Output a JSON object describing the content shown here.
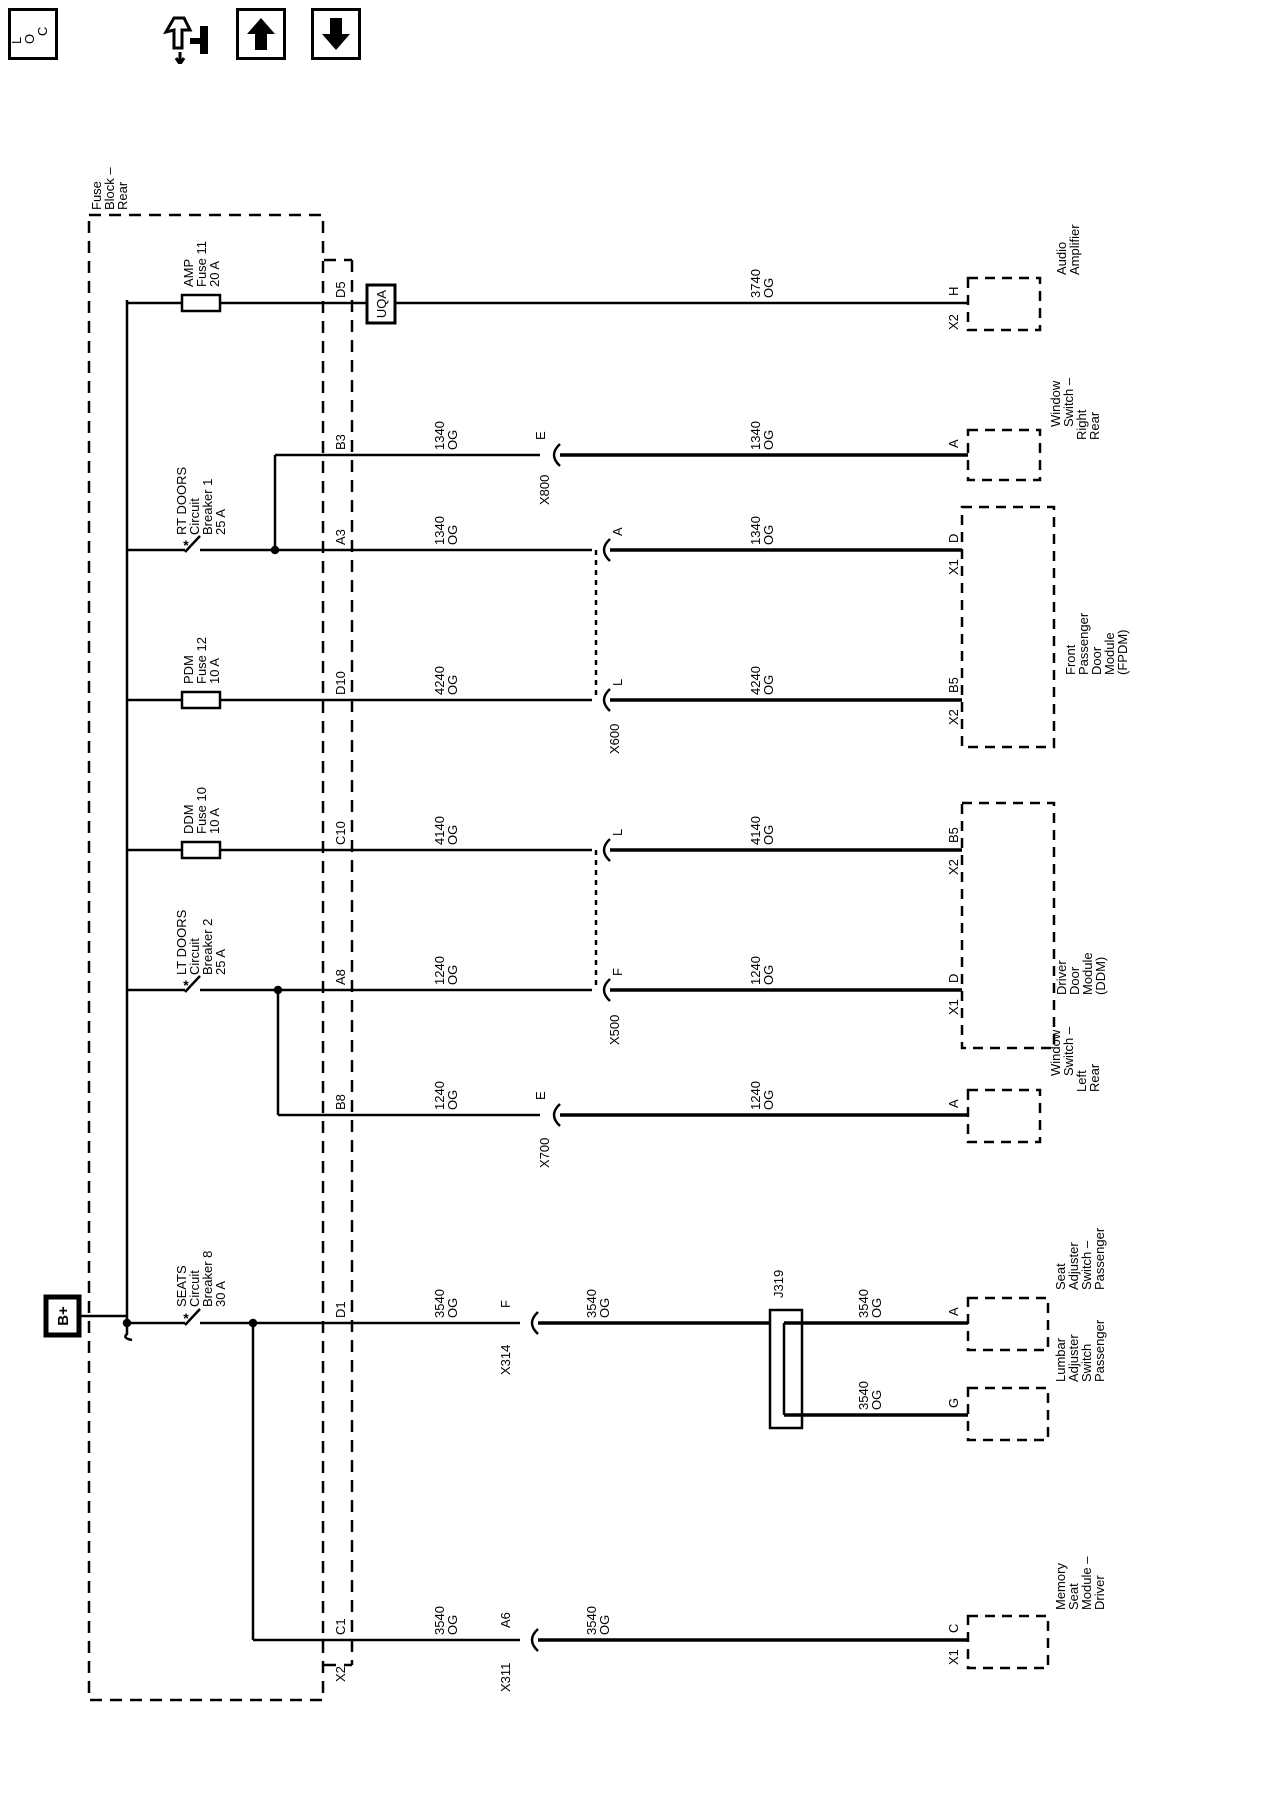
{
  "toolbar": {
    "locate_label_l": "L",
    "locate_label_o": "O",
    "locate_label_c": "C"
  },
  "diagram": {
    "power_source": "B+",
    "fuse_block": [
      "Fuse",
      "Block –",
      "Rear"
    ],
    "fuse_block_connector": "X2",
    "protection": {
      "amp": [
        "AMP",
        "Fuse 11",
        "20 A"
      ],
      "rt_doors": [
        "RT DOORS",
        "Circuit",
        "Breaker 1",
        "25 A"
      ],
      "pdm": [
        "PDM",
        "Fuse 12",
        "10 A"
      ],
      "ddm": [
        "DDM",
        "Fuse 10",
        "10 A"
      ],
      "lt_doors": [
        "LT DOORS",
        "Circuit",
        "Breaker 2",
        "25 A"
      ],
      "seats": [
        "SEATS",
        "Circuit",
        "Breaker 8",
        "30 A"
      ]
    },
    "terminals": {
      "d5": "D5",
      "b3": "B3",
      "a3": "A3",
      "d10": "D10",
      "c10": "C10",
      "a8": "A8",
      "b8": "B8",
      "d1": "D1",
      "c1": "C1"
    },
    "uqa": "UQA",
    "wires": {
      "w3740": [
        "3740",
        "OG"
      ],
      "w1340": [
        "1340",
        "OG"
      ],
      "w4240": [
        "4240",
        "OG"
      ],
      "w4140": [
        "4140",
        "OG"
      ],
      "w1240": [
        "1240",
        "OG"
      ],
      "w3540": [
        "3540",
        "OG"
      ]
    },
    "inline_connectors": {
      "x800": "X800",
      "x600": "X600",
      "x500": "X500",
      "x700": "X700",
      "x314": "X314",
      "x311": "X311",
      "j319": "J319"
    },
    "pins": {
      "e": "E",
      "a": "A",
      "l": "L",
      "f": "F",
      "a6": "A6",
      "h": "H",
      "d": "D",
      "b5": "B5",
      "g": "G",
      "c": "C"
    },
    "component_connectors": {
      "x1": "X1",
      "x2": "X2"
    },
    "components": {
      "audio_amplifier": [
        "Audio",
        "Amplifier"
      ],
      "window_switch_rr": [
        "Window",
        "Switch –",
        "Right",
        "Rear"
      ],
      "fpdm": [
        "Front",
        "Passenger",
        "Door",
        "Module",
        "(FPDM)"
      ],
      "ddm": [
        "Driver",
        "Door",
        "Module",
        "(DDM)"
      ],
      "window_switch_lr": [
        "Window",
        "Switch –",
        "Left",
        "Rear"
      ],
      "seat_adjuster": [
        "Seat",
        "Adjuster",
        "Switch –",
        "Passenger"
      ],
      "lumbar_adjuster": [
        "Lumbar",
        "Adjuster",
        "Switch",
        "Passenger"
      ],
      "memory_seat": [
        "Memory",
        "Seat",
        "Module –",
        "Driver"
      ]
    }
  }
}
